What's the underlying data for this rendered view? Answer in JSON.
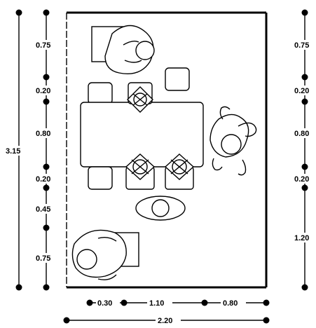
{
  "dimensions": {
    "left_outer": {
      "total": "3.15"
    },
    "left_inner": {
      "segments": [
        "0.75",
        "0.20",
        "0.80",
        "0.20",
        "0.45",
        "0.75"
      ]
    },
    "right": {
      "segments": [
        "0.75",
        "0.20",
        "0.80",
        "0.20",
        "1.20"
      ]
    },
    "bottom_inner": {
      "segments": [
        "0.30",
        "1.10",
        "0.80"
      ]
    },
    "bottom_outer": {
      "total": "2.20"
    }
  }
}
